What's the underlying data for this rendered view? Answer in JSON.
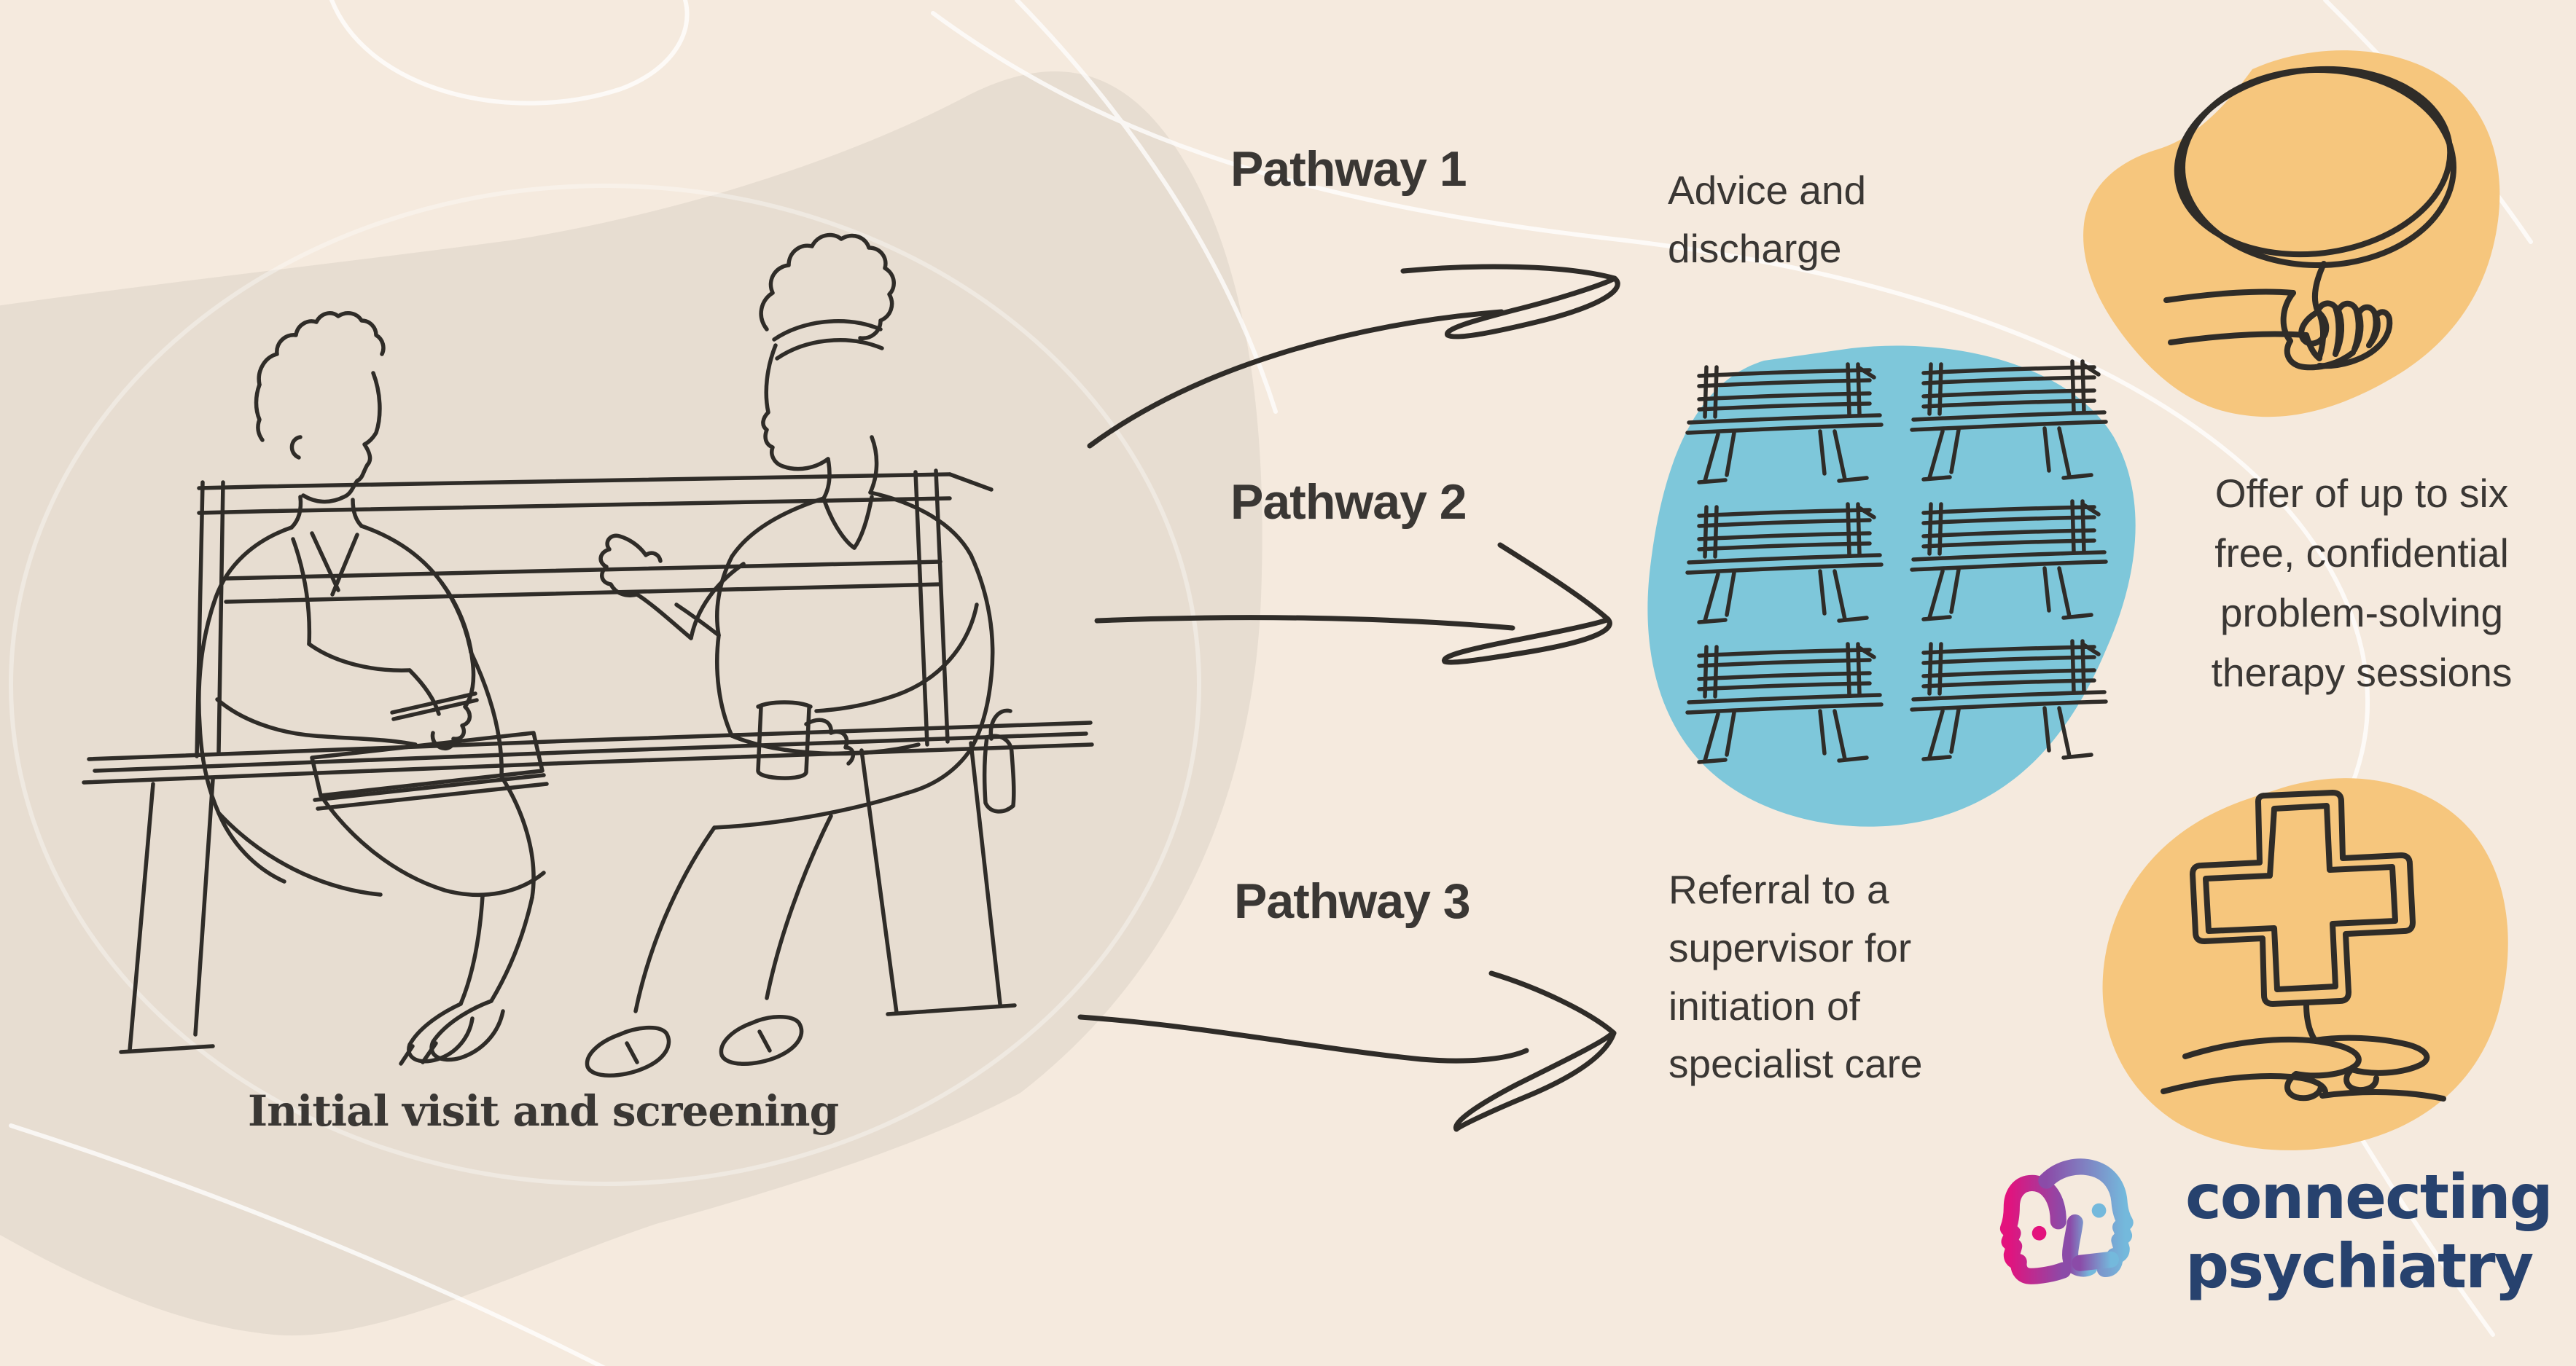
{
  "theme": {
    "background": "#f5eade",
    "blob_beige": "#e7ddd1",
    "accent_orange": "#f6c67d",
    "accent_blue": "#7ec7da",
    "ink": "#2f2c28",
    "text": "#3a3734",
    "logo_navy": "#27426e",
    "logo_pink": "#e3127d",
    "logo_purple": "#8b4ba8",
    "logo_blue": "#74b9dc"
  },
  "illustration": {
    "caption": "Initial visit and screening",
    "scene": "two-women-talking-on-bench"
  },
  "pathways": [
    {
      "label": "Pathway 1",
      "description": "Advice and\ndischarge",
      "icon": "speech-bubble-in-hand"
    },
    {
      "label": "Pathway 2",
      "description": "Offer of up to six\nfree, confidential\nproblem-solving\ntherapy sessions",
      "icon": "six-benches",
      "bench_count": 6
    },
    {
      "label": "Pathway 3",
      "description": "Referral to a\nsupervisor for\ninitiation of\nspecialist care",
      "icon": "medical-cross-in-hands"
    }
  ],
  "logo": {
    "line1": "connecting",
    "line2": "psychiatry"
  }
}
